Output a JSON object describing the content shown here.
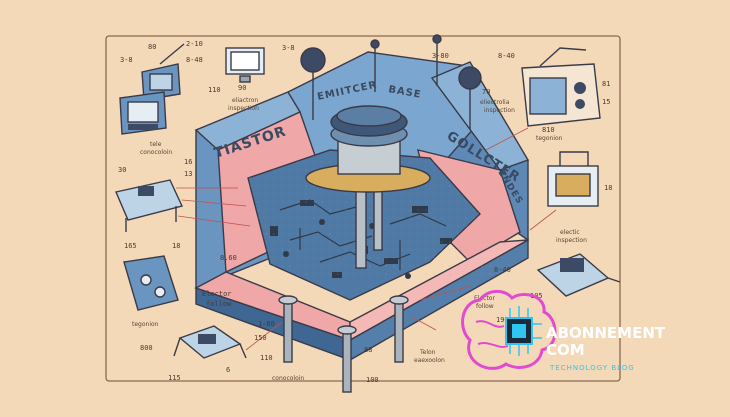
{
  "diagram": {
    "labels": {
      "emitter": "EMIITCER",
      "base": "BASE",
      "transistor": "TIASTOR",
      "collector": "GOLLCTER",
      "electric": "ENDES"
    },
    "notes": {
      "top_1": "2-10",
      "top_2": "8-48",
      "top_3": "3-8",
      "top_4": "3-80",
      "top_5": "80",
      "top_6": "8-40",
      "tv_1": "110",
      "tv_2": "90",
      "insp_1": "eliactron",
      "insp_2": "inspection",
      "right_1": "70",
      "right_2": "eliectrolia",
      "right_3": "inspection",
      "radio_1": "81",
      "radio_2": "15",
      "radio_3": "810",
      "radio_4": "tegonion",
      "left_1": "tele",
      "left_2": "conocoloin",
      "left_3": "30",
      "left_4": "16",
      "left_5": "13",
      "bat_1": "18",
      "bat_2": "electic",
      "bat_3": "inspection",
      "low_left_1": "165",
      "low_left_2": "18",
      "low_left_3": "8.60",
      "elector_1": "Elector",
      "elector_2": "follow",
      "low_1": "800",
      "low_2": "150",
      "low_3": "110",
      "low_4": "115",
      "low_5": "1-80",
      "low_6": "6",
      "bottom_1": "tegonion",
      "bottom_2": "conocoloin",
      "bottom_3": "88",
      "bottom_4": "100",
      "bottom_5": "Telon",
      "bottom_6": "eaexoolon",
      "bottom_7": "Elector",
      "bottom_8": "follow",
      "right_low_1": "8-40",
      "right_low_2": "190",
      "right_low_3": "105"
    }
  },
  "watermark": {
    "line1": "ABONNEMENT",
    "line2": "COM",
    "tagline": "TECHNOLOGY BLOG"
  },
  "colors": {
    "paper": "#f3d9b8",
    "blue": "#6a95c0",
    "pink": "#f0a7a8",
    "ink": "#3a3a48",
    "gold": "#d8ad5e",
    "watermark_pink": "#e24ad2",
    "watermark_cyan": "#2ec6f0"
  }
}
